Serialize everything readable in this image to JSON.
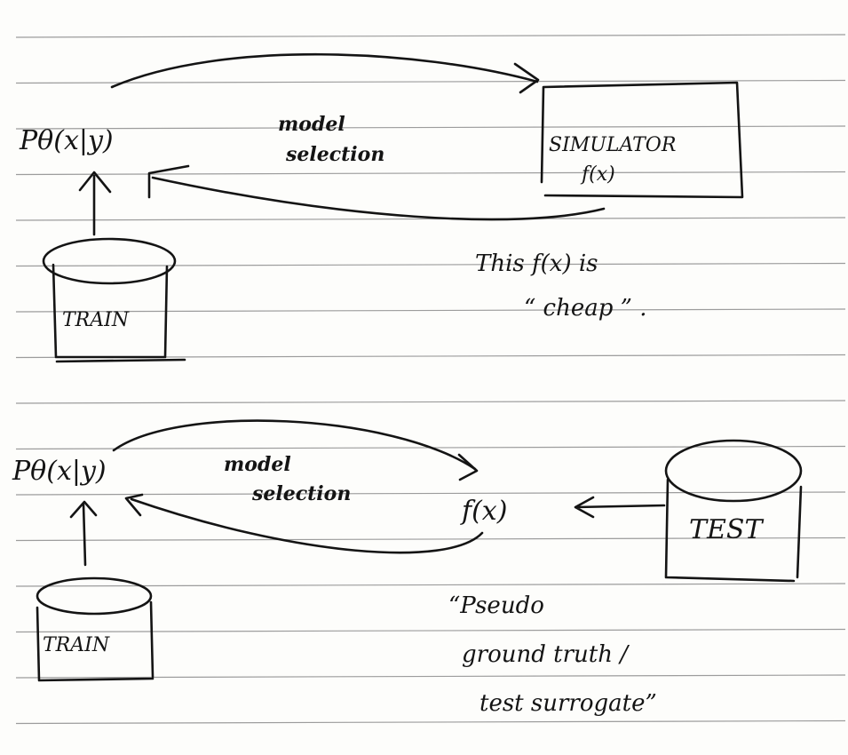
{
  "top_diagram": {
    "model_label": "Pθ(x|y)",
    "arc_label_line1": "model",
    "arc_label_line2": "selection",
    "simulator_line1": "SIMULATOR",
    "simulator_line2": "f(x)",
    "train_label": "TRAIN",
    "note_line1": "This  f(x)  is",
    "note_line2": "“ cheap ” ."
  },
  "bottom_diagram": {
    "model_label": "Pθ(x|y)",
    "arc_label_line1": "model",
    "arc_label_line2": "selection",
    "function_label": "f(x)",
    "test_label": "TEST",
    "train_label": "TRAIN",
    "note_line1": "“Pseudo",
    "note_line2": "ground  truth /",
    "note_line3": "test  surrogate”"
  }
}
